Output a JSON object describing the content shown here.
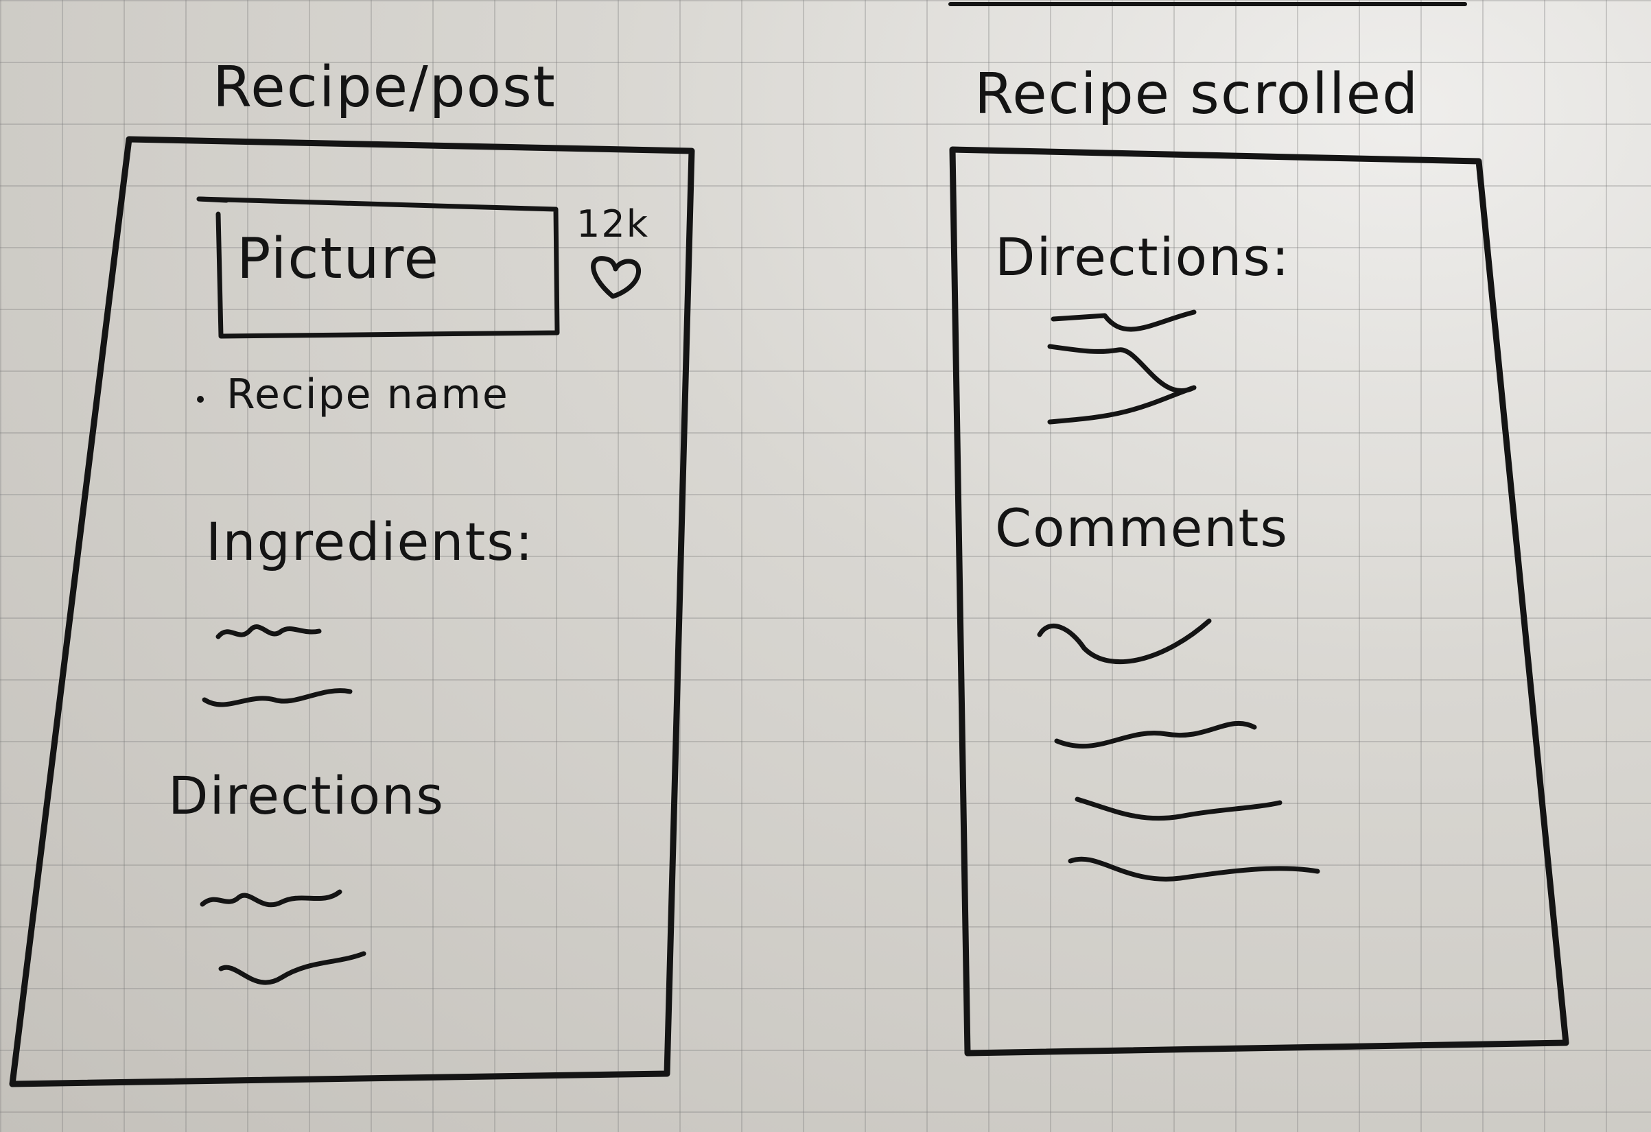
{
  "screens": [
    {
      "title": "Recipe/post",
      "picture_label": "Picture",
      "likes_count": "12k",
      "likes_icon": "heart-icon",
      "recipe_name": "Recipe name",
      "ingredients_heading": "Ingredients:",
      "directions_heading": "Directions"
    },
    {
      "title": "Recipe scrolled",
      "directions_heading": "Directions:",
      "comments_heading": "Comments"
    }
  ]
}
